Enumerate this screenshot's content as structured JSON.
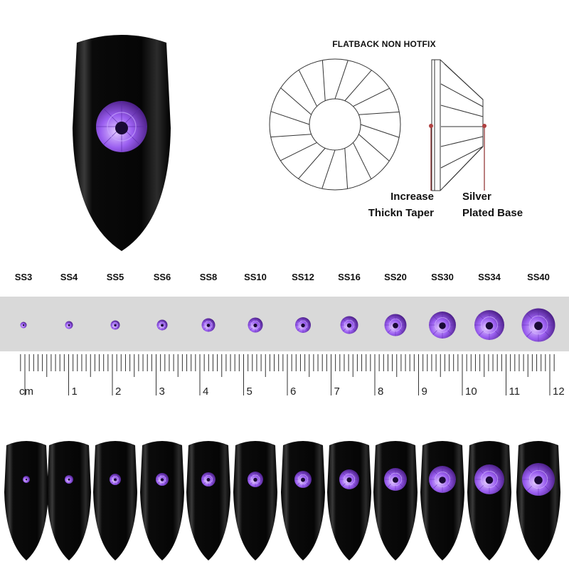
{
  "diagram": {
    "title": "FLATBACK NON HOTFIX",
    "callout_taper": [
      "Increase",
      "Thickn Taper"
    ],
    "callout_base": [
      "Silver",
      "Plated Base"
    ]
  },
  "sizes": [
    "SS3",
    "SS4",
    "SS5",
    "SS6",
    "SS8",
    "SS10",
    "SS12",
    "SS16",
    "SS20",
    "SS30",
    "SS34",
    "SS40"
  ],
  "ruler": {
    "unit": "cm",
    "numbers": [
      "1",
      "2",
      "3",
      "4",
      "5",
      "6",
      "7",
      "8",
      "9",
      "10",
      "11",
      "12"
    ]
  },
  "colors": {
    "stone_light": "#c7a6ff",
    "stone_mid": "#8a4fe0",
    "stone_dark": "#3a1170",
    "band": "#d9d9d9",
    "nail": "#0a0a0a"
  },
  "icons": {
    "stone": "crystal-rhinestone-icon",
    "nail": "nail-tip-icon"
  }
}
